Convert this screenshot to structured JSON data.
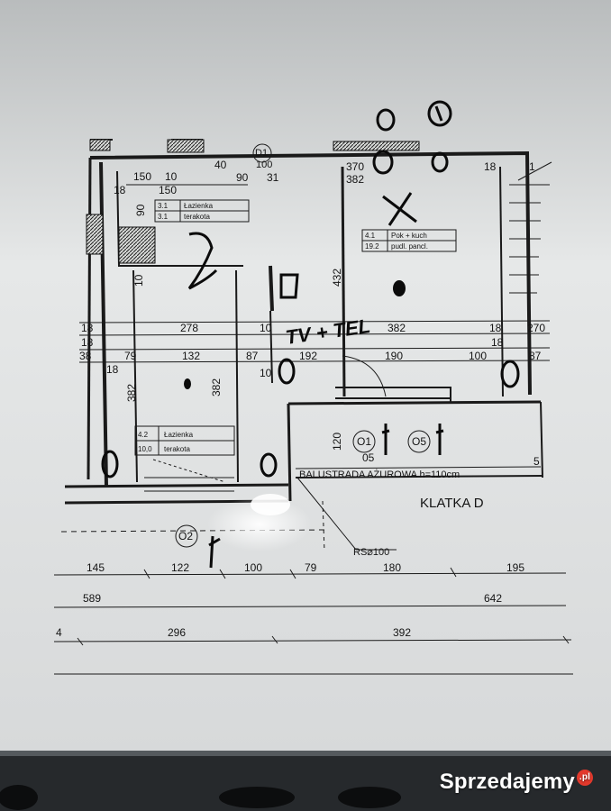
{
  "plan": {
    "door_top": "D1",
    "door_top_width": "100",
    "top_dims": [
      "150",
      "10",
      "40",
      "90",
      "31",
      "370",
      "382",
      "150",
      "18",
      "18",
      "1"
    ],
    "room_1": {
      "number": "3.1",
      "name": "Łazienka",
      "area": "3.1",
      "finish": "terakota"
    },
    "room_2": {
      "number": "4.1",
      "name": "Pok + kuch",
      "area": "19.2",
      "finish": "pudl. pancl."
    },
    "room_3": {
      "number": "4.2",
      "name": "Łazienka",
      "area": "10,0",
      "finish": "terakota"
    },
    "mid_dims_row1": [
      "18",
      "278",
      "10",
      "382",
      "18",
      "270"
    ],
    "mid_dims_row2": [
      "18",
      "18"
    ],
    "mid_dims_row3": [
      "38",
      "79",
      "132",
      "87",
      "192",
      "190",
      "100",
      "87"
    ],
    "vertical_dims": [
      "432",
      "382",
      "382",
      "120",
      "90",
      "10",
      "10",
      "18",
      "5",
      "05"
    ],
    "window_labels": [
      "O1",
      "O5",
      "O2"
    ],
    "handwritten_note": "TV + TEL",
    "balustrade": "BALUSTRADA AŻUROWA h=110cm",
    "stair": "KLATKA D",
    "pipe": "RS⌀100",
    "bottom_dims_row1": [
      "145",
      "122",
      "100",
      "79",
      "180",
      "195"
    ],
    "bottom_dims_row2": [
      "589",
      "642"
    ],
    "bottom_dims_row3": [
      "4",
      "296",
      "392"
    ]
  },
  "watermark": {
    "text": "Sprzedajemy",
    "suffix": ".pl"
  }
}
